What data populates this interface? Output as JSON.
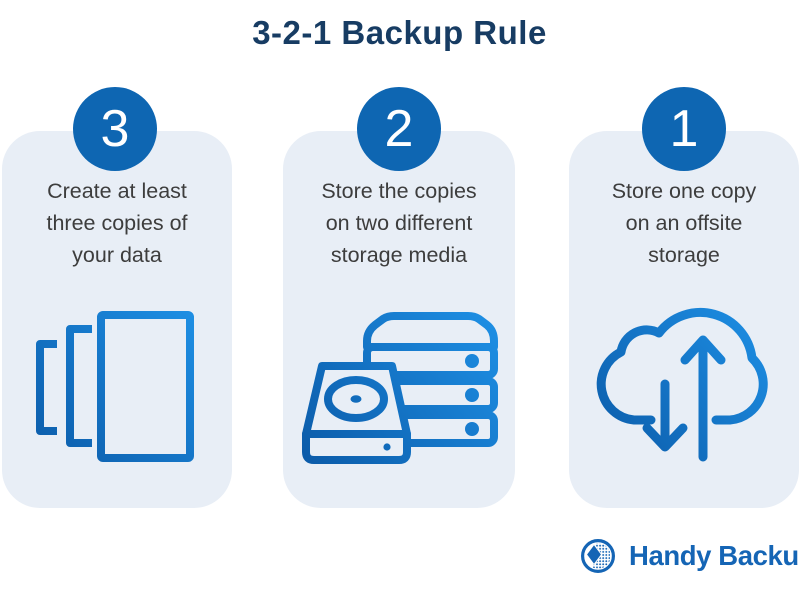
{
  "title": "3-2-1 Backup Rule",
  "colors": {
    "title_navy": "#173c63",
    "circle_blue": "#0e66b2",
    "card_background": "#e8eef6",
    "body_text": "#3d3d3d",
    "icon_gradient_start": "#0b5ba9",
    "icon_gradient_end": "#1e8fe4",
    "logo_blue": "#1565b5"
  },
  "cards": [
    {
      "number": "3",
      "lines": [
        "Create at least",
        "three copies of",
        "your data"
      ],
      "icon": "document-copies-icon"
    },
    {
      "number": "2",
      "lines": [
        "Store the copies",
        "on two different",
        "storage media"
      ],
      "icon": "storage-media-icon"
    },
    {
      "number": "1",
      "lines": [
        "Store one copy",
        "on an offsite",
        "storage"
      ],
      "icon": "cloud-transfer-icon"
    }
  ],
  "logo": {
    "text": "Handy Backup"
  }
}
